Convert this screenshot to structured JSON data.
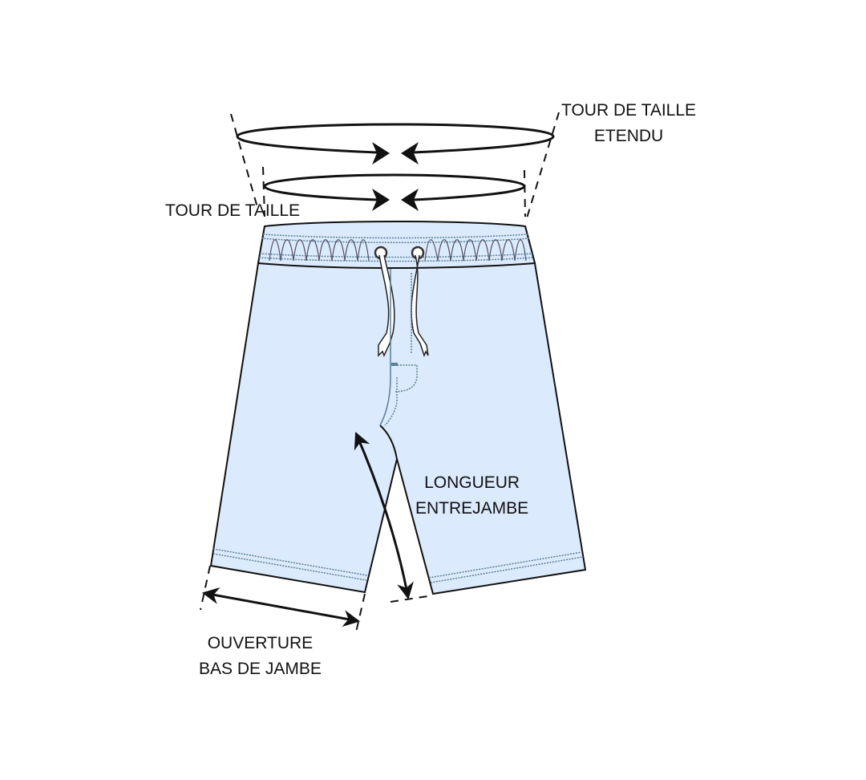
{
  "labels": {
    "waist_extended": [
      "TOUR DE TAILLE",
      "ETENDU"
    ],
    "waist": "TOUR DE TAILLE",
    "inseam": [
      "LONGUEUR",
      "ENTREJAMBE"
    ],
    "leg_opening": [
      "OUVERTURE",
      "BAS DE JAMBE"
    ]
  },
  "colors": {
    "fabric": "#dbeafc",
    "stitch": "#5a7f99",
    "outline": "#111111"
  }
}
